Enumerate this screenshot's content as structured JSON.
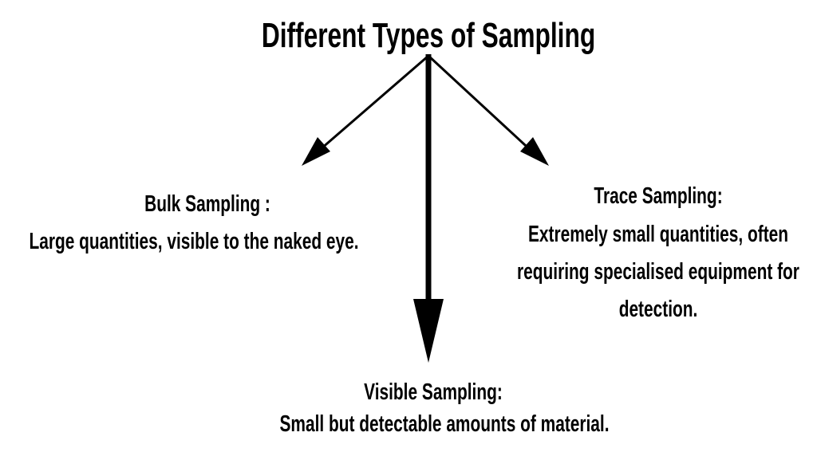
{
  "title": "Different Types of Sampling",
  "bulk": {
    "heading": "Bulk Sampling :",
    "lines": [
      "Large quantities, visible to the naked eye."
    ]
  },
  "trace": {
    "heading": "Trace Sampling:",
    "lines": [
      "Extremely small quantities, often",
      "requiring specialised equipment for",
      "detection."
    ]
  },
  "visible": {
    "heading": "Visible Sampling:",
    "lines": [
      "Small but detectable amounts of material."
    ]
  }
}
